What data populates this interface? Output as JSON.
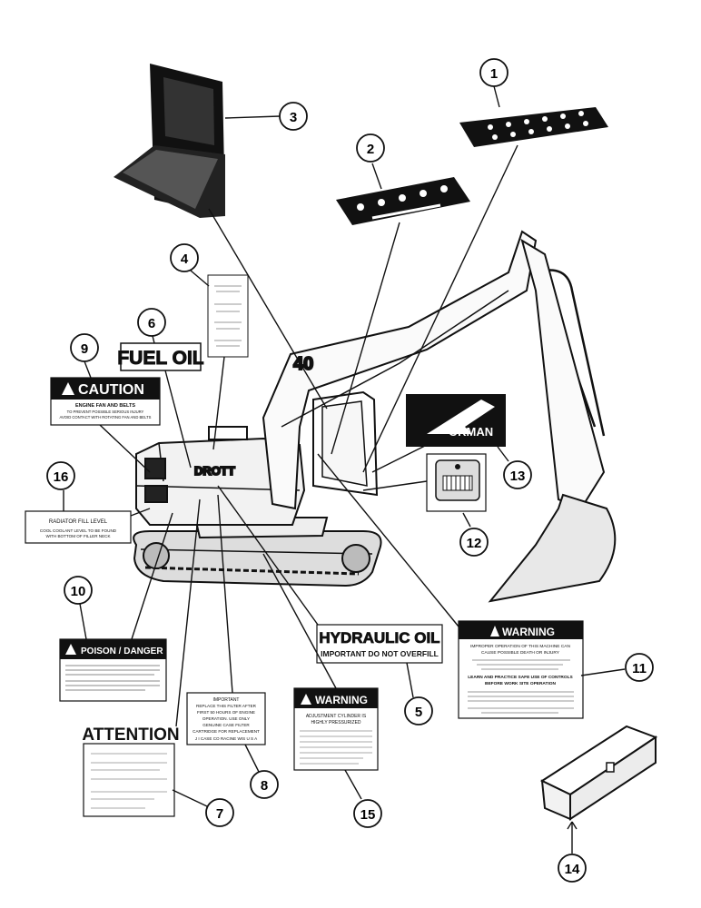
{
  "callouts": [
    "1",
    "2",
    "3",
    "4",
    "5",
    "6",
    "7",
    "8",
    "9",
    "10",
    "11",
    "12",
    "13",
    "14",
    "15",
    "16"
  ],
  "decals": {
    "fuel_oil": "FUEL OIL",
    "caution": {
      "title": "CAUTION",
      "line1": "ENGINE FAN AND BELTS",
      "line2": "TO PREVENT POSSIBLE SERIOUS INJURY",
      "line3": "AVOID CONTACT WITH ROTATING FAN AND BELTS"
    },
    "radiator": {
      "title": "RADIATOR FILL LEVEL",
      "line1": "COOL COOLANT LEVEL TO BE FOUND",
      "line2": "WITH BOTTOM OF FILLER NECK"
    },
    "poison": {
      "title": "POISON / DANGER"
    },
    "attention": {
      "title": "ATTENTION"
    },
    "filter": {
      "line1": "IMPORTANT",
      "line2": "REPLACE THIS FILTER AFTER",
      "line3": "FIRST 50 HOURS OF ENGINE",
      "line4": "OPERATION. USE ONLY",
      "line5": "GENUINE CASE FILTER",
      "line6": "CARTRIDGE FOR REPLACEMENT",
      "line7": "J I CASE CO RACINE WIS U S A"
    },
    "warning_small": {
      "title": "WARNING",
      "line1": "ADJUSTMENT CYLINDER IS",
      "line2": "HIGHLY PRESSURIZED"
    },
    "hydraulic_oil": {
      "line1": "HYDRAULIC OIL",
      "line2": "IMPORTANT DO NOT OVERFILL"
    },
    "warning_large": {
      "title": "WARNING",
      "line1": "IMPROPER OPERATION OF THIS MACHINE CAN",
      "line2": "CAUSE POSSIBLE DEATH OR INJURY",
      "line3": "LEARN AND PRACTICE SAFE USE OF CONTROLS",
      "line4": "BEFORE WORK SITE OPERATION"
    },
    "brand_decal": "ORMAN",
    "machine_name": "DROTT",
    "boom_number": "40"
  }
}
